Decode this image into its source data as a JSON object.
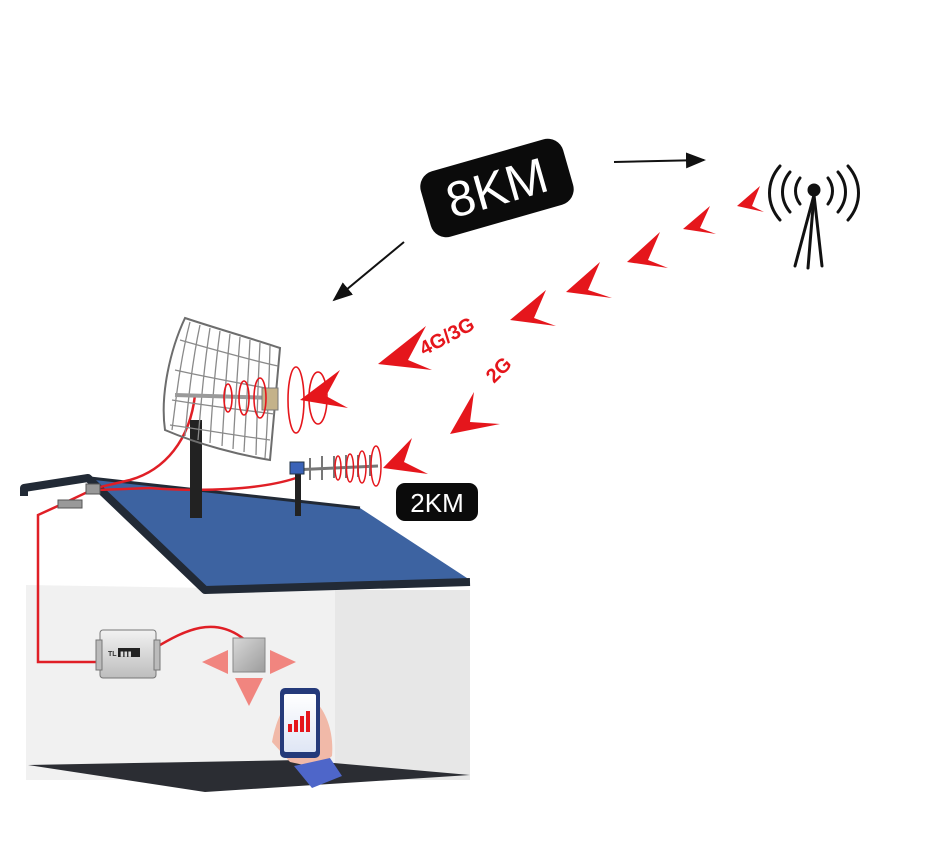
{
  "labels": {
    "long_range_distance": "8KM",
    "short_range_distance": "2KM",
    "band_high": "4G/3G",
    "band_low": "2G"
  },
  "device": {
    "brand_mark": "TL",
    "display_text": "▮▮▮"
  },
  "colors": {
    "signal_red": "#e5161c",
    "roof_blue": "#3d63a1",
    "roof_edge": "#222a36",
    "cable_red": "#e01f26",
    "badge_black": "#0b0b0b",
    "house_wall": "#f1f1f1",
    "floor_dark": "#2b2d33"
  },
  "icons": {
    "tower": "cell-tower-icon",
    "grid_antenna": "grid-parabolic-antenna-icon",
    "yagi_antenna": "yagi-antenna-icon",
    "booster": "signal-booster-icon",
    "indoor_antenna": "panel-antenna-icon",
    "phone": "smartphone-icon"
  }
}
